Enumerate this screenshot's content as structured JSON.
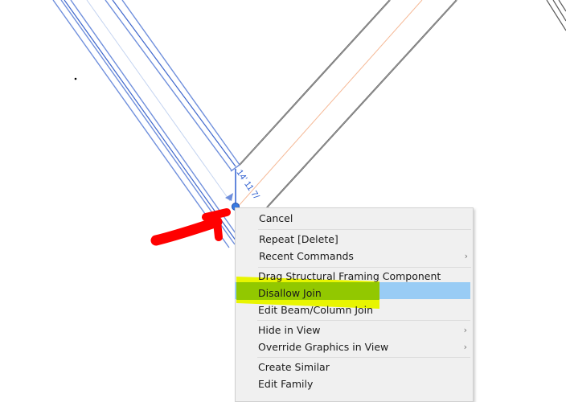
{
  "canvas": {
    "dimension_label": "14' 11 7/",
    "colors": {
      "selected_beam": "#6f8fdc",
      "unselected_beam": "#5a5a5a",
      "centerline": "#f5b895",
      "dimension": "#2f5fd0",
      "annotation_arrow": "#ff0000",
      "highlighter_yellow": "#e8f500",
      "highlighter_green": "#92c800",
      "menu_hover": "#99ccf5"
    }
  },
  "context_menu": {
    "items": [
      {
        "label": "Cancel",
        "submenu": false
      },
      {
        "label": "Repeat [Delete]",
        "submenu": false
      },
      {
        "label": "Recent Commands",
        "submenu": true
      },
      {
        "label": "Drag Structural Framing Component",
        "submenu": false
      },
      {
        "label": "Disallow Join",
        "submenu": false,
        "highlighted": true
      },
      {
        "label": "Edit Beam/Column Join",
        "submenu": false
      },
      {
        "label": "Hide in View",
        "submenu": true
      },
      {
        "label": "Override Graphics in View",
        "submenu": true
      },
      {
        "label": "Create Similar",
        "submenu": false
      },
      {
        "label": "Edit Family",
        "submenu": false
      }
    ],
    "chevron": "›"
  }
}
